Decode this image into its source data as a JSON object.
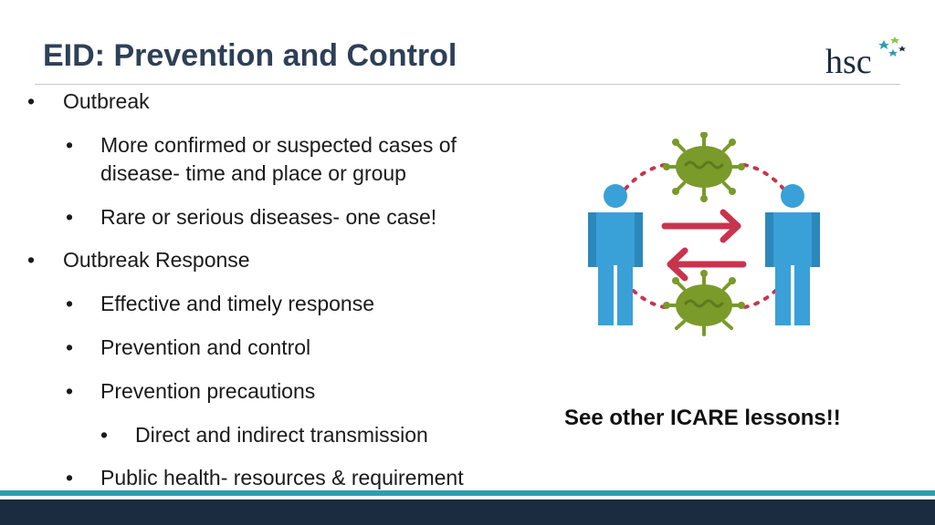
{
  "slide": {
    "title": "EID: Prevention and Control",
    "logo_text": "hsc",
    "bullet_glyph": "•",
    "bullets": [
      {
        "level": 1,
        "text": "Outbreak"
      },
      {
        "level": 2,
        "text": "More confirmed or suspected cases of"
      },
      {
        "level": 2,
        "text": "disease- time and place or group"
      },
      {
        "level": 2,
        "text": "Rare or serious diseases- one case!"
      },
      {
        "level": 1,
        "text": "Outbreak Response"
      },
      {
        "level": 2,
        "text": "Effective and timely response"
      },
      {
        "level": 2,
        "text": "Prevention and control"
      },
      {
        "level": 2,
        "text": "Prevention precautions"
      },
      {
        "level": 3,
        "text": "Direct and indirect transmission"
      },
      {
        "level": 2,
        "text": "Public health- resources & requirement"
      }
    ],
    "callout": "See other ICARE lessons!!"
  },
  "illustration": {
    "icons": [
      "person-icon",
      "virus-icon",
      "arrow-right-icon",
      "arrow-left-icon"
    ]
  },
  "colors": {
    "title": "#2e4057",
    "person": "#3aa0d8",
    "person_shade": "#2b88bb",
    "virus": "#7a9a2a",
    "virus_dark": "#5e7a1e",
    "arrows": "#c8344e",
    "footer_teal": "#2a9fb0",
    "footer_navy": "#1b2b40",
    "logo_navy": "#1b2b40",
    "logo_teal": "#2a9fb0",
    "logo_green": "#8cc63f"
  }
}
